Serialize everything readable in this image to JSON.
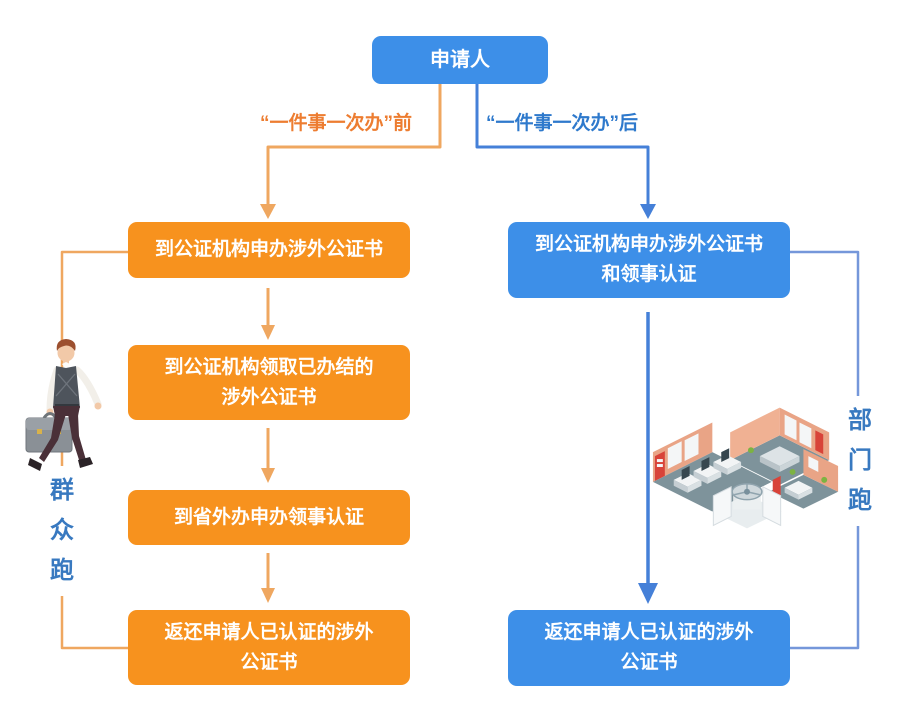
{
  "colors": {
    "page_bg": "#ffffff",
    "blue_box": "#3D8FE8",
    "orange_box": "#F7921E",
    "box_text": "#FFFFFF",
    "orange_line": "#EFA760",
    "blue_line": "#4580D8",
    "blue_loop": "#7597DA",
    "orange_label": "#ED7D31",
    "blue_label": "#2E79CC",
    "side_label": "#3879C0"
  },
  "applicant_box": {
    "label": "申请人"
  },
  "branch_labels": {
    "before": "“一件事一次办”前",
    "after": "“一件事一次办”后"
  },
  "before_flow": {
    "side_label": "群众跑",
    "steps": [
      {
        "line1": "到公证机构申办涉外公证书",
        "line2": ""
      },
      {
        "line1": "到公证机构领取已办结的",
        "line2": "涉外公证书"
      },
      {
        "line1": "到省外办申办领事认证",
        "line2": ""
      },
      {
        "line1": "返还申请人已认证的涉外",
        "line2": "公证书"
      }
    ]
  },
  "after_flow": {
    "side_label": "部门跑",
    "steps": [
      {
        "line1": "到公证机构申办涉外公证书",
        "line2": "和领事认证"
      },
      {
        "line1": "返还申请人已认证的涉外",
        "line2": "公证书"
      }
    ]
  },
  "illustrations": {
    "person": "walking-citizen-with-briefcase",
    "office": "isometric-service-office"
  }
}
